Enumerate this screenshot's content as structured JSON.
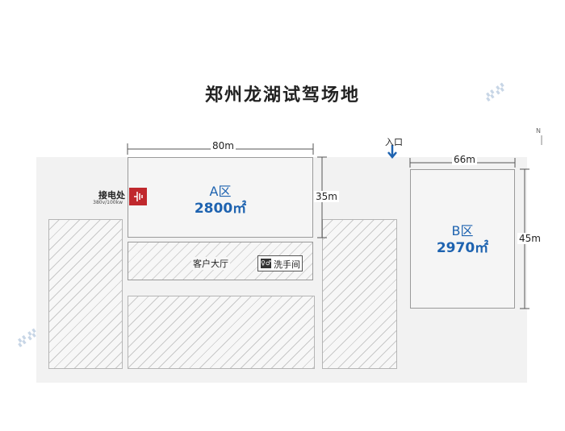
{
  "title": "郑州龙湖试驾场地",
  "zone_a": {
    "name": "A区",
    "area": "2800㎡"
  },
  "zone_b": {
    "name": "B区",
    "area": "2970㎡"
  },
  "dimensions": {
    "a_width": "80m",
    "a_height": "35m",
    "b_width": "66m",
    "b_height": "45m"
  },
  "lobby": {
    "label": "客户大厅"
  },
  "restroom": {
    "label": "洗手间"
  },
  "power": {
    "label": "接电处",
    "spec": "380v/100kw"
  },
  "entrance": {
    "label": "入口"
  },
  "compass": {
    "label": "N"
  },
  "colors": {
    "accent_blue": "#1e63b0",
    "power_red": "#c0282d",
    "lot_gray": "#f2f2f2"
  }
}
